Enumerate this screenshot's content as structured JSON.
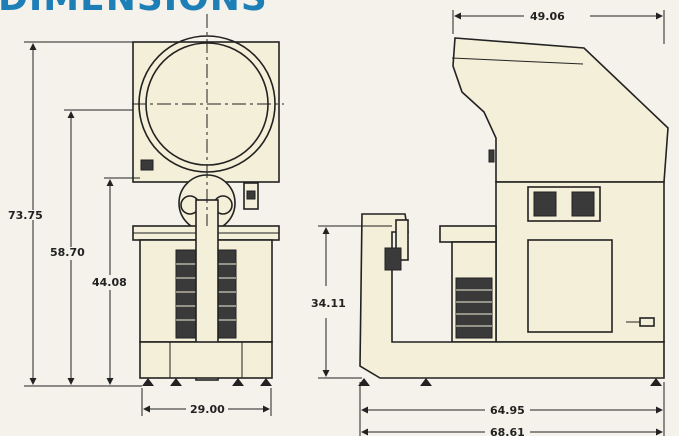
{
  "title": "DIMENSIONS",
  "dimensions": {
    "front_total_height": "73.75",
    "front_mid_height": "58.70",
    "front_table_height": "44.08",
    "front_base_width": "29.00",
    "side_top_width": "49.06",
    "side_table_height": "34.11",
    "side_base_length": "64.95",
    "side_overall_length": "68.61"
  }
}
